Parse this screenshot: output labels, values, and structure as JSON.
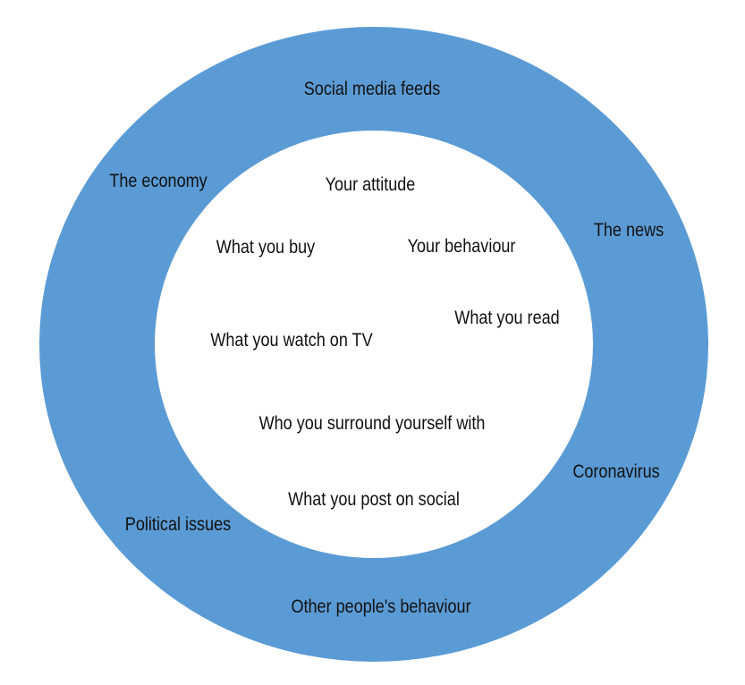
{
  "colors": {
    "outer_ring": "#5b9bd5",
    "inner_circle": "#ffffff",
    "text": "#111111"
  },
  "outer_ring": {
    "title": "Social media feeds",
    "items": [
      "Social media feeds",
      "The economy",
      "The news",
      "Coronavirus",
      "Political issues",
      "Other people's behaviour"
    ]
  },
  "inner_circle": {
    "items": [
      "Your attitude",
      "What you buy",
      "Your behaviour",
      "What you read",
      "What you watch on TV",
      "Who you surround yourself with",
      "What you post on social"
    ]
  }
}
